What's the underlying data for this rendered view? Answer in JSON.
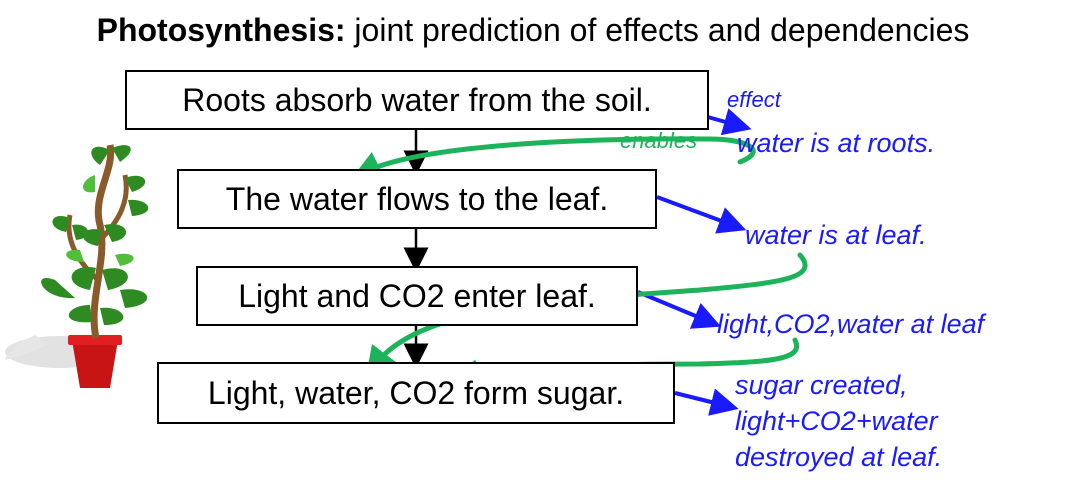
{
  "title": {
    "bold": "Photosynthesis:",
    "rest": " joint prediction of effects and dependencies"
  },
  "steps": [
    "Roots absorb water from the soil.",
    "The water flows to the leaf.",
    "Light and CO2 enter leaf.",
    "Light, water, CO2 form sugar."
  ],
  "effects": [
    "water is at roots.",
    "water is at leaf.",
    "light,CO2,water at leaf",
    "sugar created,",
    "light+CO2+water",
    "destroyed at leaf."
  ],
  "labels": {
    "effect": "effect",
    "enables": "enables"
  },
  "colors": {
    "effect_blue": "#1a1aff",
    "enables_green": "#1db35a",
    "box_border": "#000000"
  },
  "icons": [
    "potted-plant-icon"
  ]
}
